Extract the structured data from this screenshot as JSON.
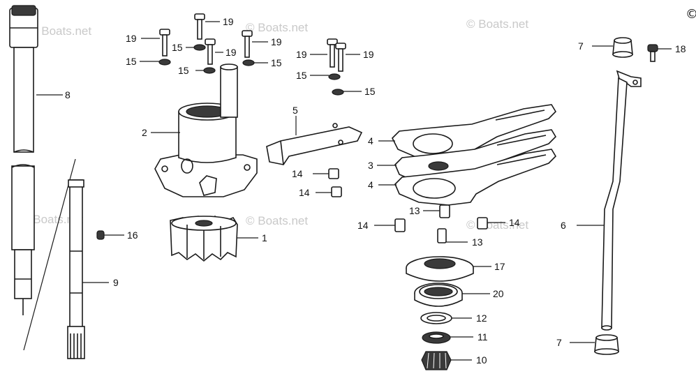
{
  "corner_symbol": "©",
  "watermark": "© Boats.net",
  "callouts": [
    {
      "id": "8",
      "text": "8"
    },
    {
      "id": "9",
      "text": "9"
    },
    {
      "id": "16",
      "text": "16"
    },
    {
      "id": "19a",
      "text": "19"
    },
    {
      "id": "15a",
      "text": "15"
    },
    {
      "id": "15b",
      "text": "15"
    },
    {
      "id": "19b",
      "text": "19"
    },
    {
      "id": "15c",
      "text": "15"
    },
    {
      "id": "19c",
      "text": "19"
    },
    {
      "id": "19d",
      "text": "19"
    },
    {
      "id": "15d",
      "text": "15"
    },
    {
      "id": "19e",
      "text": "19"
    },
    {
      "id": "19f",
      "text": "19"
    },
    {
      "id": "15e",
      "text": "15"
    },
    {
      "id": "15f",
      "text": "15"
    },
    {
      "id": "2",
      "text": "2"
    },
    {
      "id": "1",
      "text": "1"
    },
    {
      "id": "5",
      "text": "5"
    },
    {
      "id": "14a",
      "text": "14"
    },
    {
      "id": "14b",
      "text": "14"
    },
    {
      "id": "4a",
      "text": "4"
    },
    {
      "id": "3",
      "text": "3"
    },
    {
      "id": "4b",
      "text": "4"
    },
    {
      "id": "13a",
      "text": "13"
    },
    {
      "id": "14c",
      "text": "14"
    },
    {
      "id": "14d",
      "text": "14"
    },
    {
      "id": "13b",
      "text": "13"
    },
    {
      "id": "17",
      "text": "17"
    },
    {
      "id": "20",
      "text": "20"
    },
    {
      "id": "12",
      "text": "12"
    },
    {
      "id": "11",
      "text": "11"
    },
    {
      "id": "10",
      "text": "10"
    },
    {
      "id": "7a",
      "text": "7"
    },
    {
      "id": "18",
      "text": "18"
    },
    {
      "id": "6",
      "text": "6"
    },
    {
      "id": "7b",
      "text": "7"
    }
  ]
}
